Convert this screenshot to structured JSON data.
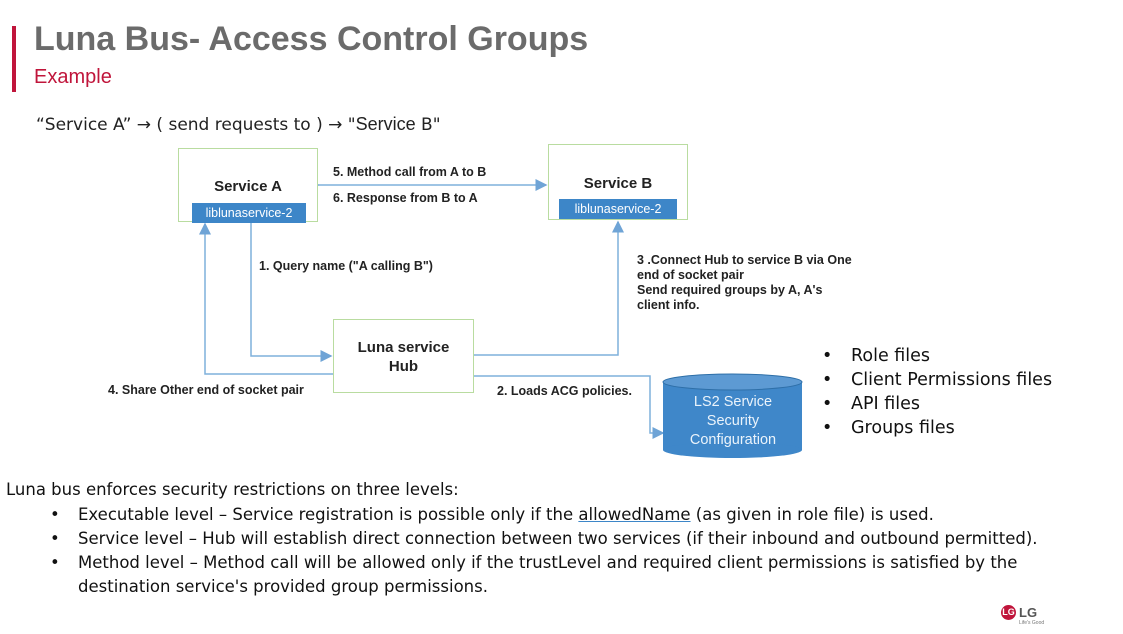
{
  "slide": {
    "title": "Luna Bus- Access Control Groups",
    "subtitle": "Example",
    "flow": {
      "part1": "“Service A” → ( send requests to ) → \"",
      "service_b": "Service",
      "part2": " B\""
    }
  },
  "diagram": {
    "service_a": {
      "title": "Service A",
      "lib": "liblunaservice-2"
    },
    "service_b": {
      "title": "Service B",
      "lib": "liblunaservice-2"
    },
    "hub": {
      "line1": "Luna service",
      "line2": "Hub"
    },
    "database": {
      "line1": "LS2 Service",
      "line2": "Security",
      "line3": "Configuration"
    },
    "labels": {
      "method_call": "5. Method call from A to B",
      "response": "6. Response   from B to A",
      "query_name": "1. Query name (\"A calling B\")",
      "connect_hub_a": "3 .Connect Hub to service B via ",
      "connect_hub_bold": "One",
      "connect_hub_line2": "end of socket pair",
      "connect_hub_line3": "Send required groups by A, A's",
      "connect_hub_line4": "client info.",
      "share_other": "4. Share Other end of socket pair",
      "loads_acg": "2. Loads ACG policies."
    }
  },
  "file_list": [
    "Role files",
    "Client Permissions files",
    "API files",
    "Groups files"
  ],
  "enforcement": {
    "intro": "Luna bus enforces security restrictions on three levels:",
    "levels": [
      {
        "pre": "Executable level – Service registration is possible only if the ",
        "link": "allowedName",
        "post": " (as given in role file) is used."
      },
      {
        "pre": "Service level – Hub will establish direct connection between two services (if their inbound and outbound permitted).",
        "link": "",
        "post": ""
      },
      {
        "pre": "Method level – Method call will be allowed only if the trustLevel and required client permissions is satisfied by the destination service's provided group permissions.",
        "link": "",
        "post": ""
      }
    ]
  },
  "logo": {
    "mark": "LG",
    "text": "LG",
    "tagline": "Life's Good"
  },
  "colors": {
    "accent": "#c0153b",
    "blue": "#3d86c8",
    "box_border": "#b9dca0",
    "title_gray": "#6b6b6b"
  }
}
